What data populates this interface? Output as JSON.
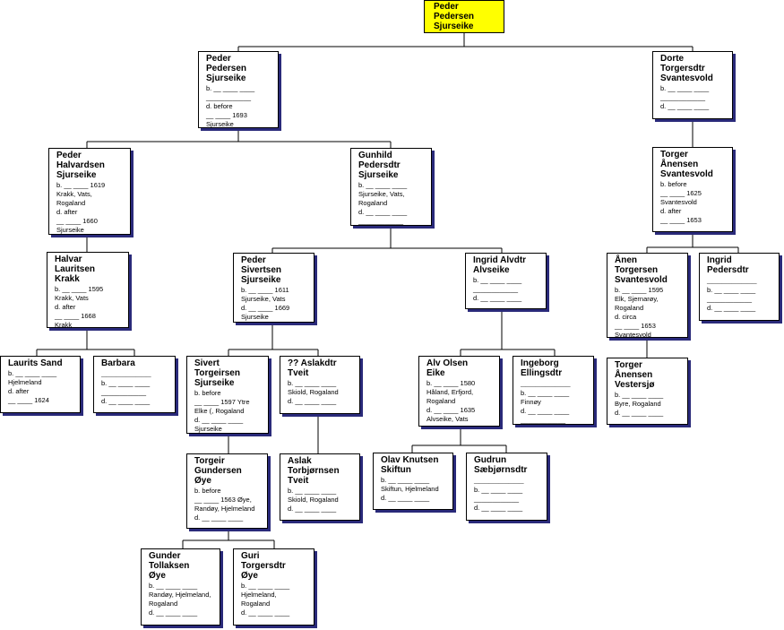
{
  "persons": {
    "root": {
      "name": "Peder\nPedersen\nSjurseike",
      "lines": ""
    },
    "p_peder": {
      "name": "Peder\nPedersen\nSjurseike",
      "lines": "b. __ ____ ____\n____________\nd. before\n__ ____ 1693\nSjurseike"
    },
    "p_dorte": {
      "name": "Dorte\nTorgersdtr\nSvantesvold",
      "lines": "b. __ ____ ____\n____________\nd. __ ____ ____\n____________"
    },
    "p_peder_h": {
      "name": "Peder\nHalvardsen\nSjurseike",
      "lines": "b. __ ____ 1619\nKrakk, Vats,\nRogaland\nd. after\n__ ____ 1660\nSjurseike"
    },
    "p_gunhild": {
      "name": "Gunhild\nPedersdtr\nSjurseike",
      "lines": "b. __ ____ ____\nSjurseike, Vats,\nRogaland\nd. __ ____ ____\n____________"
    },
    "p_torger": {
      "name": "Torger\nÅnensen\nSvantesvold",
      "lines": "b. before\n__ ____ 1625\nSvantesvold\nd. after\n__ ____ 1653\n____________"
    },
    "p_halvar": {
      "name": "Halvar\nLauritsen\nKrakk",
      "lines": "b. __ ____ 1595\nKrakk, Vats\nd. after\n__ ____ 1668\nKrakk"
    },
    "p_peder_s": {
      "name": "Peder\nSivertsen\nSjurseike",
      "lines": "b. __ ____ 1611\nSjurseike, Vats\nd. __ ____ 1669\nSjurseike"
    },
    "p_ingrid_a": {
      "name": "Ingrid Alvdtr\nAlvseike",
      "lines": "b. __ ____ ____\n____________\nd. __ ____ ____\n____________"
    },
    "p_anen": {
      "name": "Ånen\nTorgersen\nSvantesvold",
      "lines": "b. __ ____ 1595\nElk, Sjernarøy,\nRogaland\nd. circa\n__ ____ 1653\nSvantesvold"
    },
    "p_ingrid_p": {
      "name": "Ingrid\nPedersdtr\n__________",
      "lines": "b. __ ____ ____\n____________\nd. __ ____ ____\n____________"
    },
    "p_laurits": {
      "name": "Laurits Sand",
      "lines": "b. __ ____ ____\nHjelmeland\nd. after\n__ ____ 1624\n____________"
    },
    "p_barbara": {
      "name": "Barbara\n__________",
      "lines": "b. __ ____ ____\n____________\nd. __ ____ ____\n____________"
    },
    "p_sivert": {
      "name": "Sivert\nTorgeirsen\nSjurseike",
      "lines": "b. before\n__ ____ 1597 Ytre\nElke (, Rogaland\nd. __ ____ ____\nSjurseike"
    },
    "p_aslakdtr": {
      "name": "?? Aslakdtr\nTveit",
      "lines": "b. __ ____ ____\nSkiold, Rogaland\nd. __ ____ ____\n____________"
    },
    "p_alv": {
      "name": "Alv Olsen\nEike",
      "lines": "b. __ ____ 1580\nHåland, Erfjord,\nRogaland\nd. __ ____ 1635\nAlvseike, Vats"
    },
    "p_ingeborg": {
      "name": "Ingeborg\nEllingsdtr\n__________",
      "lines": "b. __ ____ ____\nFinnøy\nd. __ ____ ____\n____________"
    },
    "p_torger_v": {
      "name": "Torger\nÅnensen\nVestersjø",
      "lines": "b. __ ____ ____\nByre, Rogaland\nd. __ ____ ____\n____________"
    },
    "p_torgeir": {
      "name": "Torgeir\nGundersen\nØye",
      "lines": "b. before\n__ ____ 1563 Øye,\nRandøy, Hjelmeland\nd. __ ____ ____\n____________"
    },
    "p_aslak": {
      "name": "Aslak\nTorbjørnsen\nTveit",
      "lines": "b. __ ____ ____\nSkiold, Rogaland\nd. __ ____ ____\n____________"
    },
    "p_olav": {
      "name": "Olav Knutsen\nSkiftun",
      "lines": "b. __ ____ ____\nSkiftun, Hjelmeland\nd. __ ____ ____\n____________"
    },
    "p_gudrun": {
      "name": "Gudrun\nSæbjørnsdtr\n__________",
      "lines": "b. __ ____ ____\n____________\nd. __ ____ ____\n____________"
    },
    "p_gunder": {
      "name": "Gunder\nTollaksen\nØye",
      "lines": "b. __ ____ ____\nRandøy, Hjelmeland,\nRogaland\nd. __ ____ ____\n____________"
    },
    "p_guri": {
      "name": "Guri\nTorgersdtr\nØye",
      "lines": "b. __ ____ ____\nHjelmeland,\nRogaland\nd. __ ____ ____\n____________"
    }
  }
}
